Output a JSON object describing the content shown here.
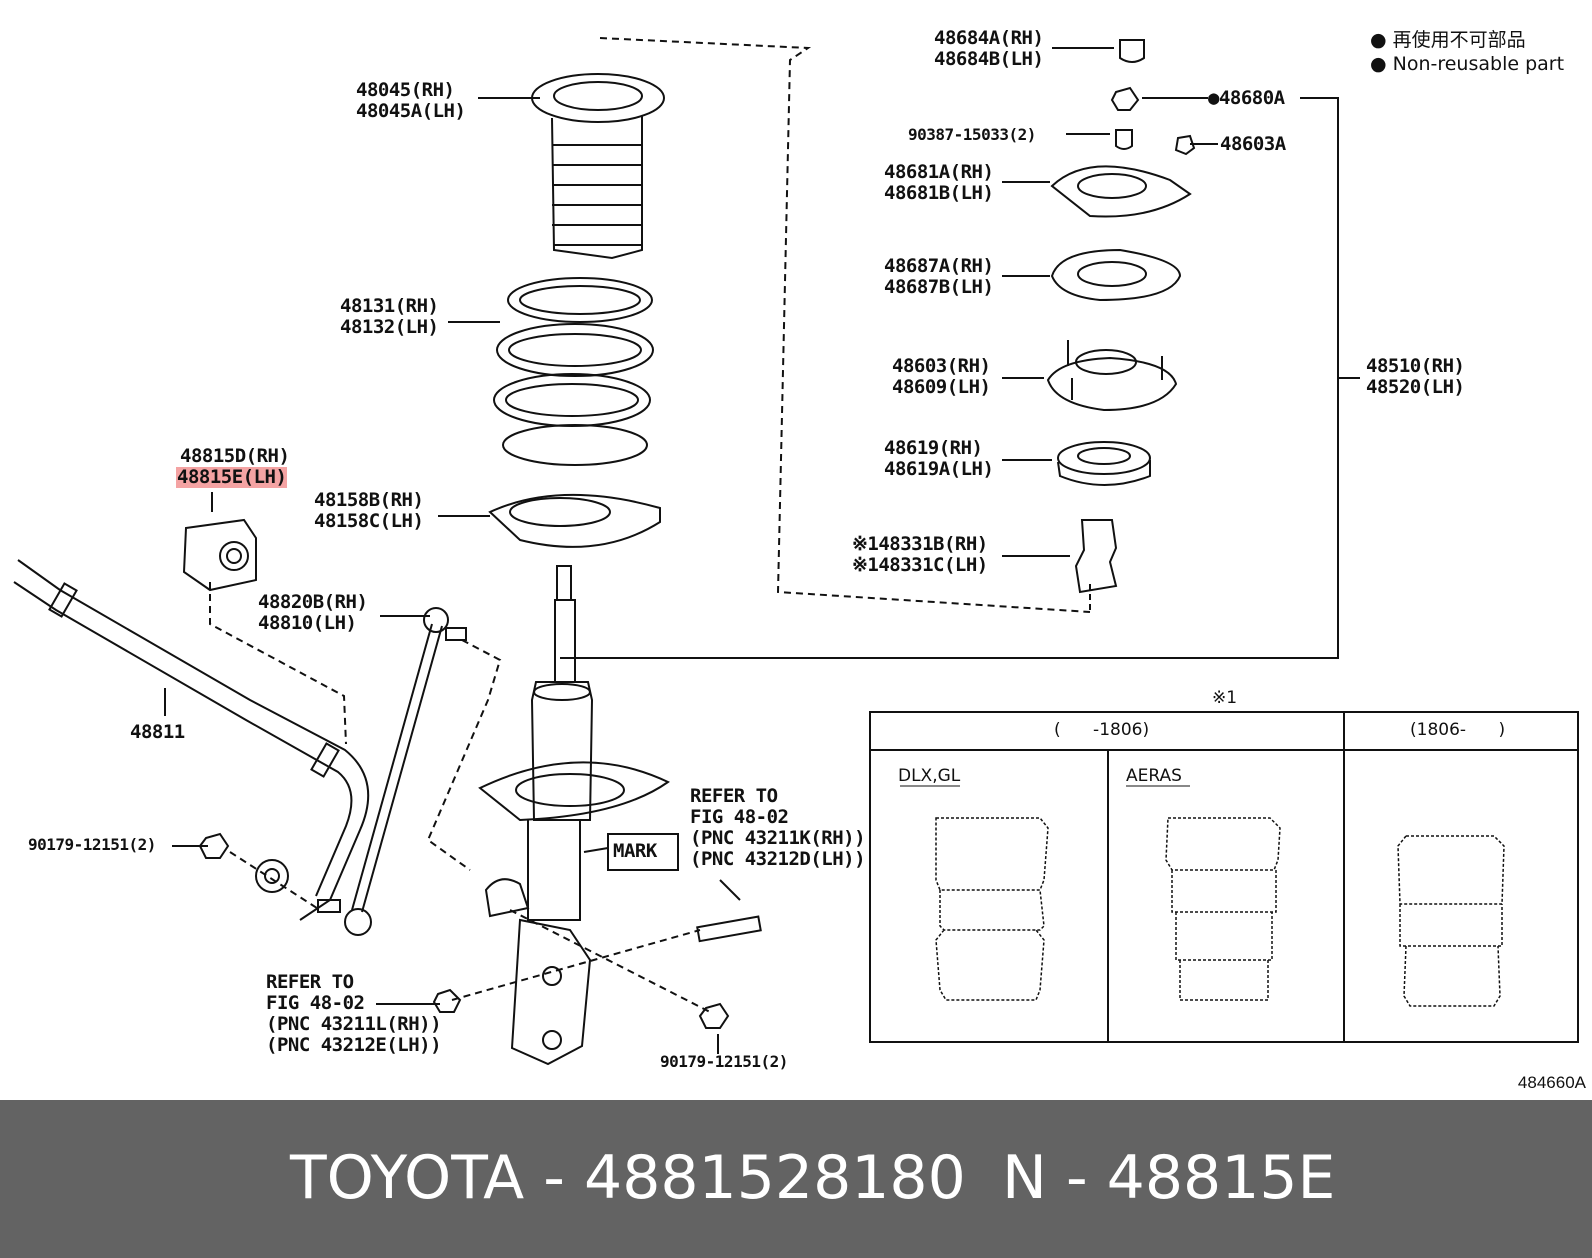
{
  "legend": {
    "jp": "● 再使用不可部品",
    "en": "● Non-reusable part"
  },
  "figure_id": "484660A",
  "labels": {
    "p48045": "48045(RH)\n48045A(LH)",
    "p48131": "48131(RH)\n48132(LH)",
    "p48815": "48815D(RH)",
    "p48815e": "48815E(LH)",
    "p48158": "48158B(RH)\n48158C(LH)",
    "p48820": "48820B(RH)\n48810(LH)",
    "p48811": "48811",
    "p90179a": "90179-12151(2)",
    "p90179b": "90179-12151(2)",
    "refer1": "REFER TO\nFIG 48-02\n(PNC 43211K(RH))\n(PNC 43212D(LH))",
    "refer2": "REFER TO\nFIG 48-02\n(PNC 43211L(RH))\n(PNC 43212E(LH))",
    "mark": "MARK",
    "p48684": "48684A(RH)\n48684B(LH)",
    "p48680": "●48680A",
    "p90387": "90387-15033(2)",
    "p48603a": "48603A",
    "p48681": "48681A(RH)\n48681B(LH)",
    "p48687": "48687A(RH)\n48687B(LH)",
    "p48603": "48603(RH)\n48609(LH)",
    "p48619": "48619(RH)\n48619A(LH)",
    "p48331": "※148331B(RH)\n※148331C(LH)",
    "p48510": "48510(RH)\n48520(LH)"
  },
  "table": {
    "note": "※1",
    "range_a": "(      -1806)",
    "range_b": "(1806-      )",
    "col_dlx": "DLX,GL",
    "col_aeras": "AERAS"
  },
  "footer": {
    "brand_part": "TOYOTA - 4881528180",
    "pnc": "N - 48815E"
  }
}
